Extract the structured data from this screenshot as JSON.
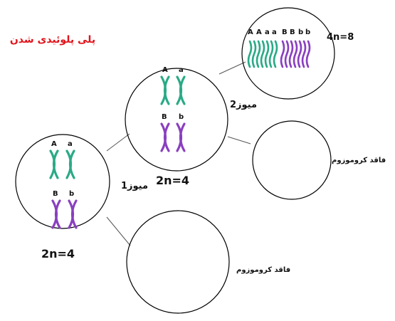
{
  "title": "پلی پلوئیدی شدن",
  "colors": {
    "title": "#e0141b",
    "chromosome_A": "#2aaa86",
    "chromosome_B": "#8a3fc0"
  },
  "cell1": {
    "ploidy": "2n=4",
    "process": "میوز1",
    "genes": {
      "A1": "A",
      "A2": "a",
      "B1": "B",
      "B2": "b"
    }
  },
  "cell2": {
    "ploidy": "2n=4",
    "process": "میوز2",
    "genes": {
      "A1": "A",
      "A2": "a",
      "B1": "B",
      "B2": "b"
    }
  },
  "cell3": {
    "ploidy": "4n=8",
    "genes": [
      "A",
      "A",
      "a",
      "a",
      "B",
      "B",
      "b",
      "b"
    ]
  },
  "empty_cell_upper": {
    "label": "فاقد کروموزوم"
  },
  "empty_cell_lower": {
    "label": "فاقد کروموزوم"
  }
}
